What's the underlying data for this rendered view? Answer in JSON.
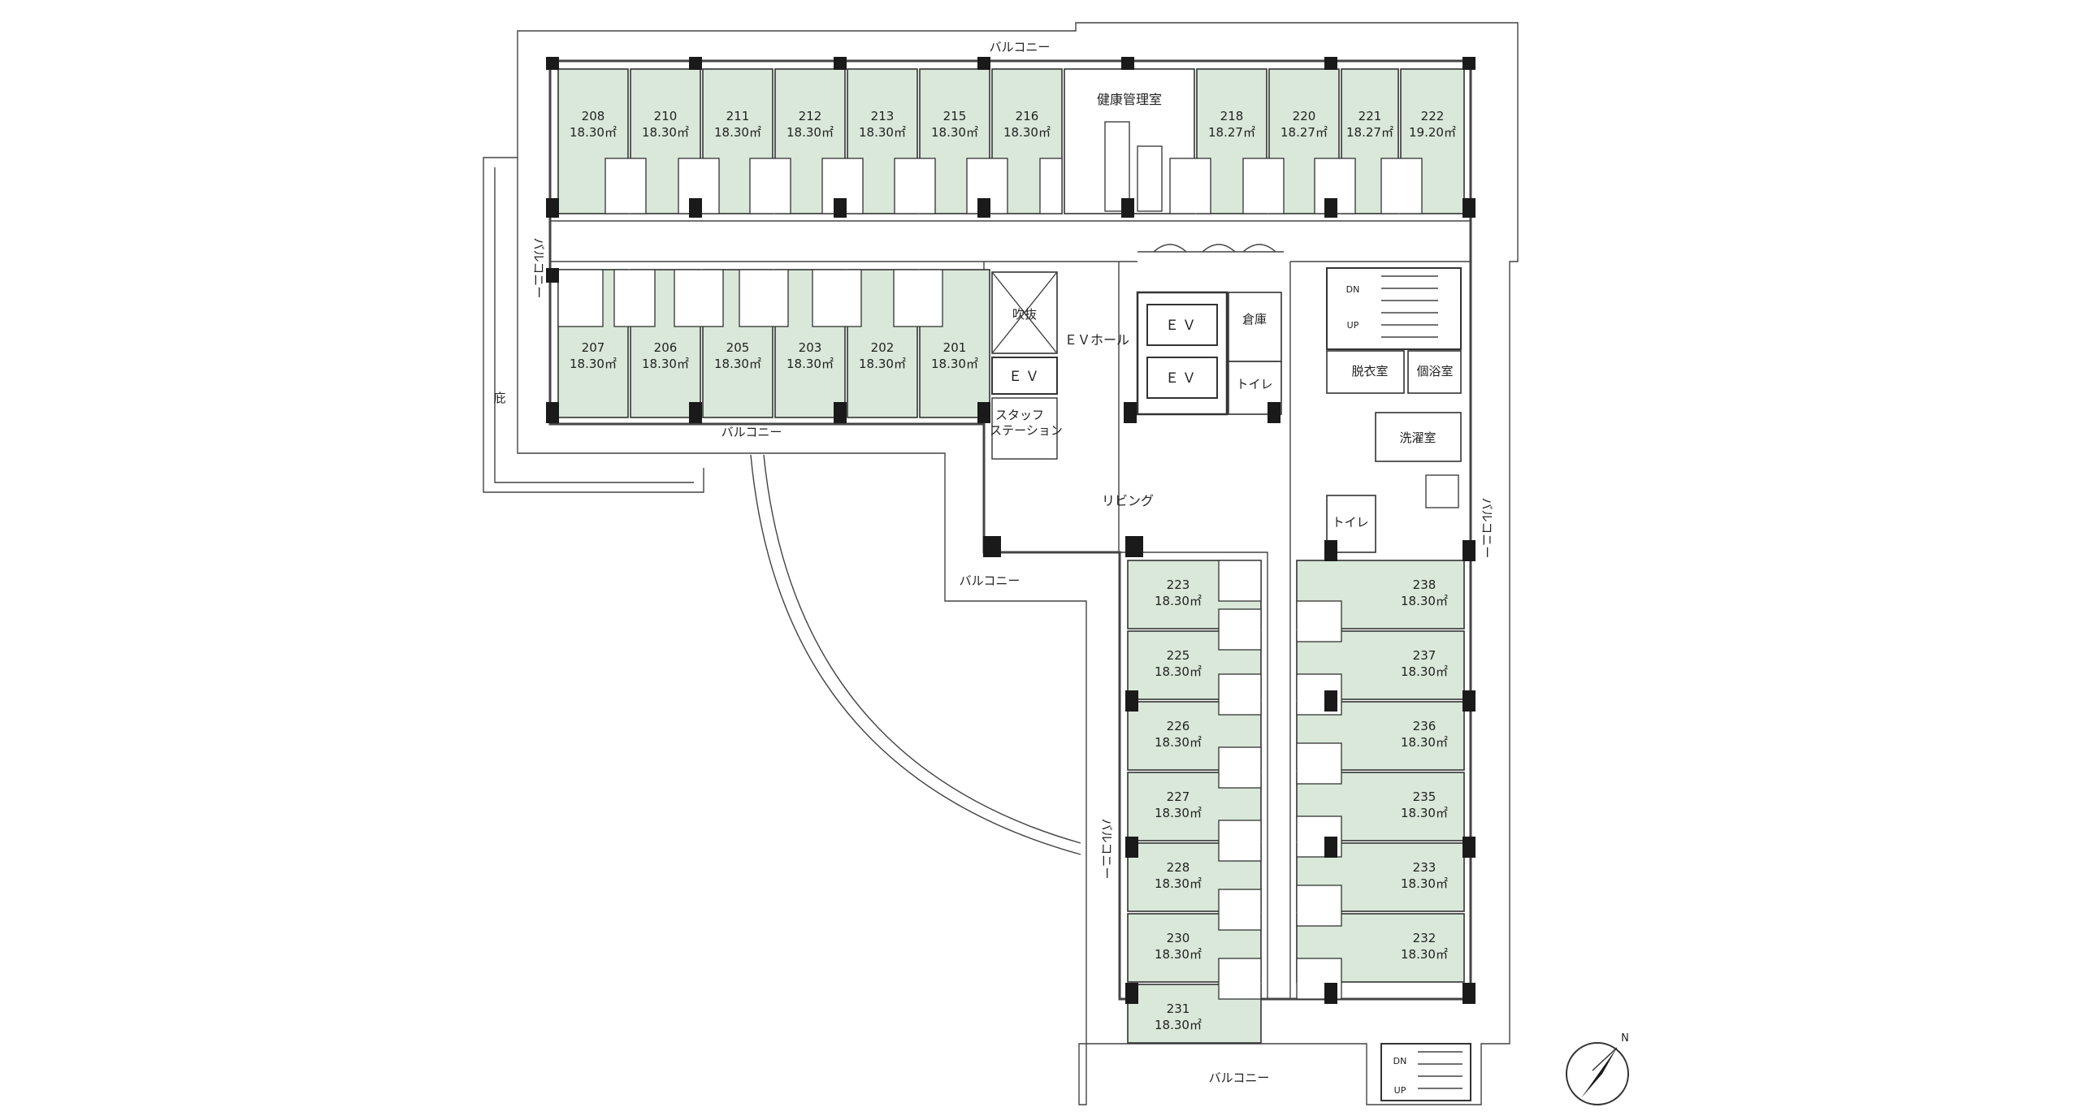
{
  "rooms_north": [
    {
      "num": "208",
      "area": "18.30㎡"
    },
    {
      "num": "210",
      "area": "18.30㎡"
    },
    {
      "num": "211",
      "area": "18.30㎡"
    },
    {
      "num": "212",
      "area": "18.30㎡"
    },
    {
      "num": "213",
      "area": "18.30㎡"
    },
    {
      "num": "215",
      "area": "18.30㎡"
    },
    {
      "num": "216",
      "area": "18.30㎡"
    }
  ],
  "rooms_north_east": [
    {
      "num": "218",
      "area": "18.27㎡"
    },
    {
      "num": "220",
      "area": "18.27㎡"
    },
    {
      "num": "221",
      "area": "18.27㎡"
    },
    {
      "num": "222",
      "area": "19.20㎡"
    }
  ],
  "rooms_west": [
    {
      "num": "207",
      "area": "18.30㎡"
    },
    {
      "num": "206",
      "area": "18.30㎡"
    },
    {
      "num": "205",
      "area": "18.30㎡"
    },
    {
      "num": "203",
      "area": "18.30㎡"
    },
    {
      "num": "202",
      "area": "18.30㎡"
    },
    {
      "num": "201",
      "area": "18.30㎡"
    }
  ],
  "rooms_south_left": [
    {
      "num": "223",
      "area": "18.30㎡"
    },
    {
      "num": "225",
      "area": "18.30㎡"
    },
    {
      "num": "226",
      "area": "18.30㎡"
    },
    {
      "num": "227",
      "area": "18.30㎡"
    },
    {
      "num": "228",
      "area": "18.30㎡"
    },
    {
      "num": "230",
      "area": "18.30㎡"
    },
    {
      "num": "231",
      "area": "18.30㎡"
    }
  ],
  "rooms_south_right": [
    {
      "num": "238",
      "area": "18.30㎡"
    },
    {
      "num": "237",
      "area": "18.30㎡"
    },
    {
      "num": "236",
      "area": "18.30㎡"
    },
    {
      "num": "235",
      "area": "18.30㎡"
    },
    {
      "num": "233",
      "area": "18.30㎡"
    },
    {
      "num": "232",
      "area": "18.30㎡"
    }
  ],
  "labels": {
    "balcony": "バルコニー",
    "health_room": "健康管理室",
    "ev_hall": "ＥＶホール",
    "ev": "ＥＶ",
    "storage": "倉庫",
    "toilet": "トイレ",
    "atrium": "吹抜",
    "staff_station_1": "スタッフ",
    "staff_station_2": "ステーション",
    "living": "リビング",
    "dressing": "脱衣室",
    "private_bath": "個浴室",
    "laundry": "洗濯室",
    "garden": "庇",
    "dn": "DN",
    "up": "UP",
    "north": "N"
  }
}
